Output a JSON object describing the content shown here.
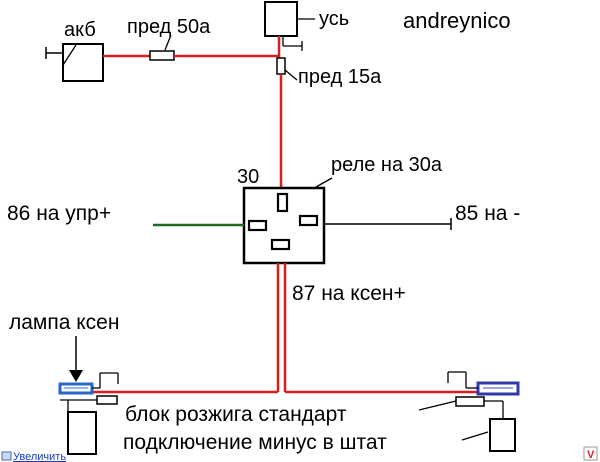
{
  "diagram": {
    "watermark": "andreynico",
    "labels": {
      "battery": "акб",
      "fuse50": "пред 50а",
      "amp": "усь",
      "fuse15": "пред 15а",
      "pin30": "30",
      "relay": "реле на 30а",
      "pin86": "86 на упр+",
      "pin85": "85 на -",
      "pin87": "87 на ксен+",
      "xenon_lamp": "лампа ксен",
      "ballast": "блок розжига стандарт",
      "ground_note": "подключение минус в штат"
    },
    "footer": {
      "zoom_link": "Увеличить",
      "badge": "V"
    },
    "colors": {
      "red_wire": "#d81e1e",
      "green_wire": "#1f6a1f",
      "watermark": "#1a8a1a",
      "left_lamp": "#2a67c8",
      "right_lamp": "#2d3aa8",
      "link": "#1a3bb8",
      "badge": "#e02020"
    }
  }
}
